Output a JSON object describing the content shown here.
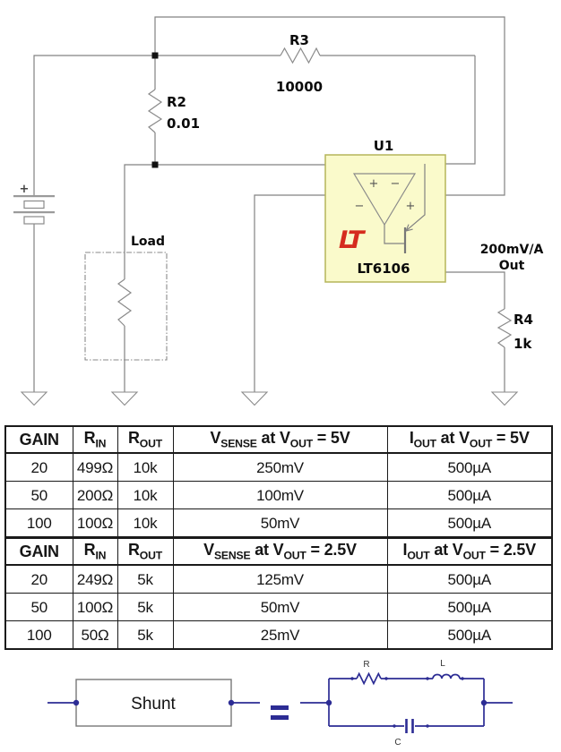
{
  "schematic": {
    "u1": {
      "ref": "U1",
      "part": "LT6106",
      "logo_icon": "lt-logo",
      "logo_text": "LT",
      "opamp_marks": {
        "tl": "+",
        "tr": "−",
        "bl": "−",
        "br": "+"
      }
    },
    "components": {
      "r2": {
        "ref": "R2",
        "value": "0.01"
      },
      "r3": {
        "ref": "R3",
        "value": "10000"
      },
      "r4": {
        "ref": "R4",
        "value": "1k"
      },
      "load": {
        "label": "Load"
      },
      "battery": {
        "polarity": "+"
      }
    },
    "output_label": {
      "line1": "200mV/A",
      "line2": "Out"
    }
  },
  "table": {
    "sections": [
      {
        "headers": [
          "GAIN",
          "R~IN~",
          "R~OUT~",
          "V~SENSE~ at V~OUT~ = 5V",
          "I~OUT~ at V~OUT~ = 5V"
        ],
        "rows": [
          [
            "20",
            "499Ω",
            "10k",
            "250mV",
            "500µA"
          ],
          [
            "50",
            "200Ω",
            "10k",
            "100mV",
            "500µA"
          ],
          [
            "100",
            "100Ω",
            "10k",
            "50mV",
            "500µA"
          ]
        ]
      },
      {
        "headers": [
          "GAIN",
          "R~IN~",
          "R~OUT~",
          "V~SENSE~ at V~OUT~ = 2.5V",
          "I~OUT~ at V~OUT~ = 2.5V"
        ],
        "rows": [
          [
            "20",
            "249Ω",
            "5k",
            "125mV",
            "500µA"
          ],
          [
            "50",
            "100Ω",
            "5k",
            "50mV",
            "500µA"
          ],
          [
            "100",
            "50Ω",
            "5k",
            "25mV",
            "500µA"
          ]
        ]
      }
    ]
  },
  "shunt_figure": {
    "box_label": "Shunt",
    "r_label": "R",
    "l_label": "L",
    "c_label": "C"
  },
  "colors": {
    "navy": "#2C2C94",
    "wire": "#828282",
    "u1_fill": "#FAFACB",
    "u1_border": "#B5B55A",
    "logo_red": "#D52B1E",
    "table_border": "#1A1A1A"
  }
}
